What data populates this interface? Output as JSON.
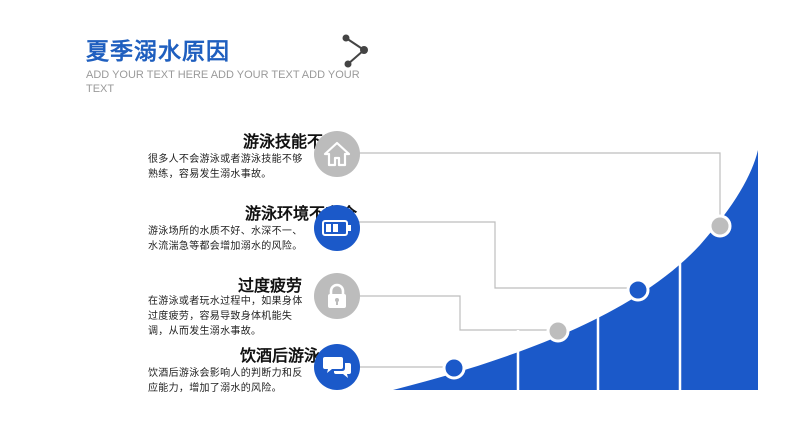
{
  "title": "夏季溺水原因",
  "subtitle": "ADD YOUR TEXT HERE ADD YOUR TEXT ADD YOUR TEXT",
  "items": [
    {
      "heading": "游泳技能不足",
      "desc": "很多人不会游泳或者游泳技能不够熟练，容易发生溺水事故。",
      "icon": "home-icon",
      "circle_color": "#bcbcbc"
    },
    {
      "heading": "游泳环境不安全",
      "desc": "游泳场所的水质不好、水深不一、水流湍急等都会增加溺水的风险。",
      "icon": "battery-icon",
      "circle_color": "#1b59c9"
    },
    {
      "heading": "过度疲劳",
      "desc": "在游泳或者玩水过程中，如果身体过度疲劳，容易导致身体机能失调，从而发生溺水事故。",
      "icon": "lock-icon",
      "circle_color": "#bcbcbc"
    },
    {
      "heading": "饮酒后游泳",
      "desc": "饮酒后游泳会影响人的判断力和反应能力，增加了溺水的风险。",
      "icon": "chat-bubbles-icon",
      "circle_color": "#1b59c9"
    }
  ],
  "colors": {
    "accent": "#1b59c9",
    "title": "#1f5fbf",
    "gray": "#bcbcbc"
  }
}
